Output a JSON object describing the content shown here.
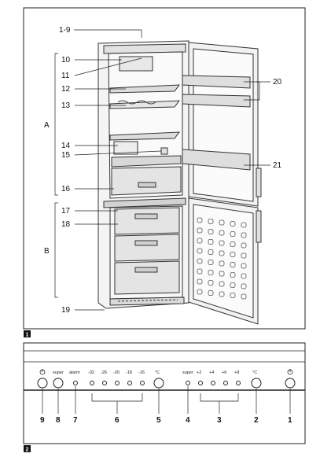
{
  "figure1": {
    "number": "1",
    "labels": {
      "l1_9": "1-9",
      "l10": "10",
      "l11": "11",
      "l12": "12",
      "l13": "13",
      "l14": "14",
      "l15": "15",
      "l16": "16",
      "l17": "17",
      "l18": "18",
      "l19": "19",
      "l20": "20",
      "l21": "21",
      "A": "A",
      "B": "B"
    }
  },
  "figure2": {
    "number": "2",
    "panel_text": {
      "super_left": "super",
      "alarm": "alarm",
      "t_m32": "-32",
      "t_m26": "-26",
      "t_m20": "-20",
      "t_m18": "-18",
      "t_m16": "-16",
      "unit_left": "°C",
      "super_right": "super",
      "t_p2": "+2",
      "t_p4": "+4",
      "t_p6": "+6",
      "t_p8": "+8",
      "unit_right": "°C"
    },
    "callouts": {
      "c9": "9",
      "c8": "8",
      "c7": "7",
      "c6": "6",
      "c5": "5",
      "c4": "4",
      "c3": "3",
      "c2": "2",
      "c1": "1"
    }
  }
}
